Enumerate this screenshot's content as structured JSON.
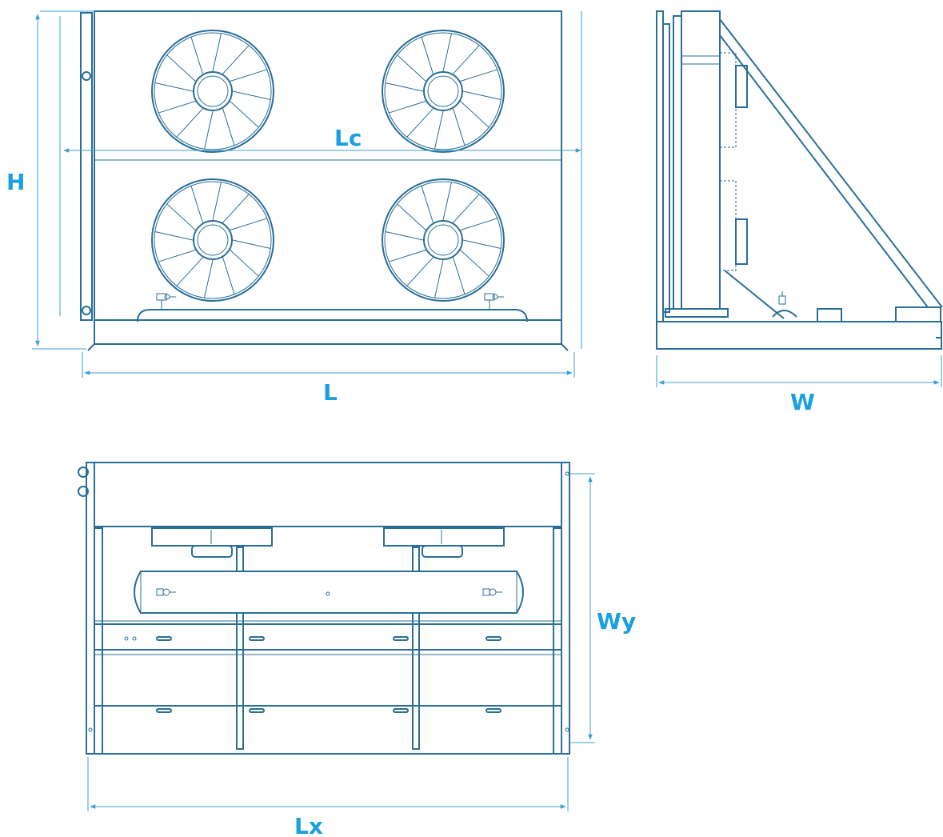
{
  "dimensions": {
    "height_label": "H",
    "coil_length_label": "Lc",
    "length_label": "L",
    "width_label": "W",
    "foot_length_label": "Lx",
    "foot_width_label": "Wy"
  },
  "colors": {
    "line": "#2a6f97",
    "dimension_line": "#3aa0d0",
    "dimension_text": "#1aa0e0",
    "background": "#ffffff"
  }
}
